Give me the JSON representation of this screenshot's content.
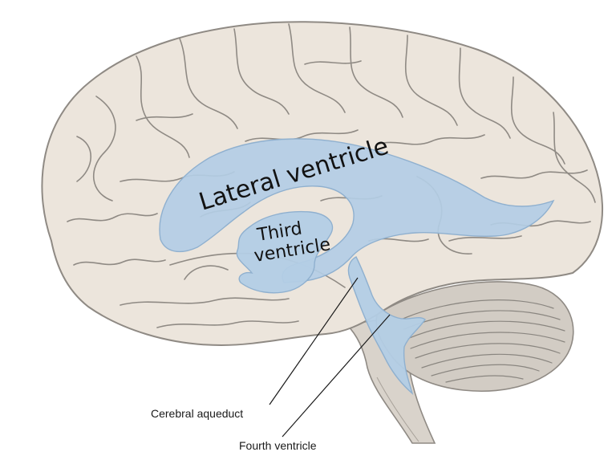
{
  "labels": {
    "lateral_ventricle": "Lateral ventricle",
    "third_ventricle_line1": "Third",
    "third_ventricle_line2": "ventricle",
    "cerebral_aqueduct": "Cerebral aqueduct",
    "fourth_ventricle": "Fourth ventricle"
  },
  "colors": {
    "brain_fill": "#ece5dc",
    "brain_outline": "#8f8a84",
    "ventricle_fill": "#b3cde5",
    "ventricle_outline": "#8fb0cf",
    "cerebellum_fill": "#d2ccc4",
    "brainstem_fill": "#d9d3cb",
    "leader_line": "#1a1a1a"
  }
}
